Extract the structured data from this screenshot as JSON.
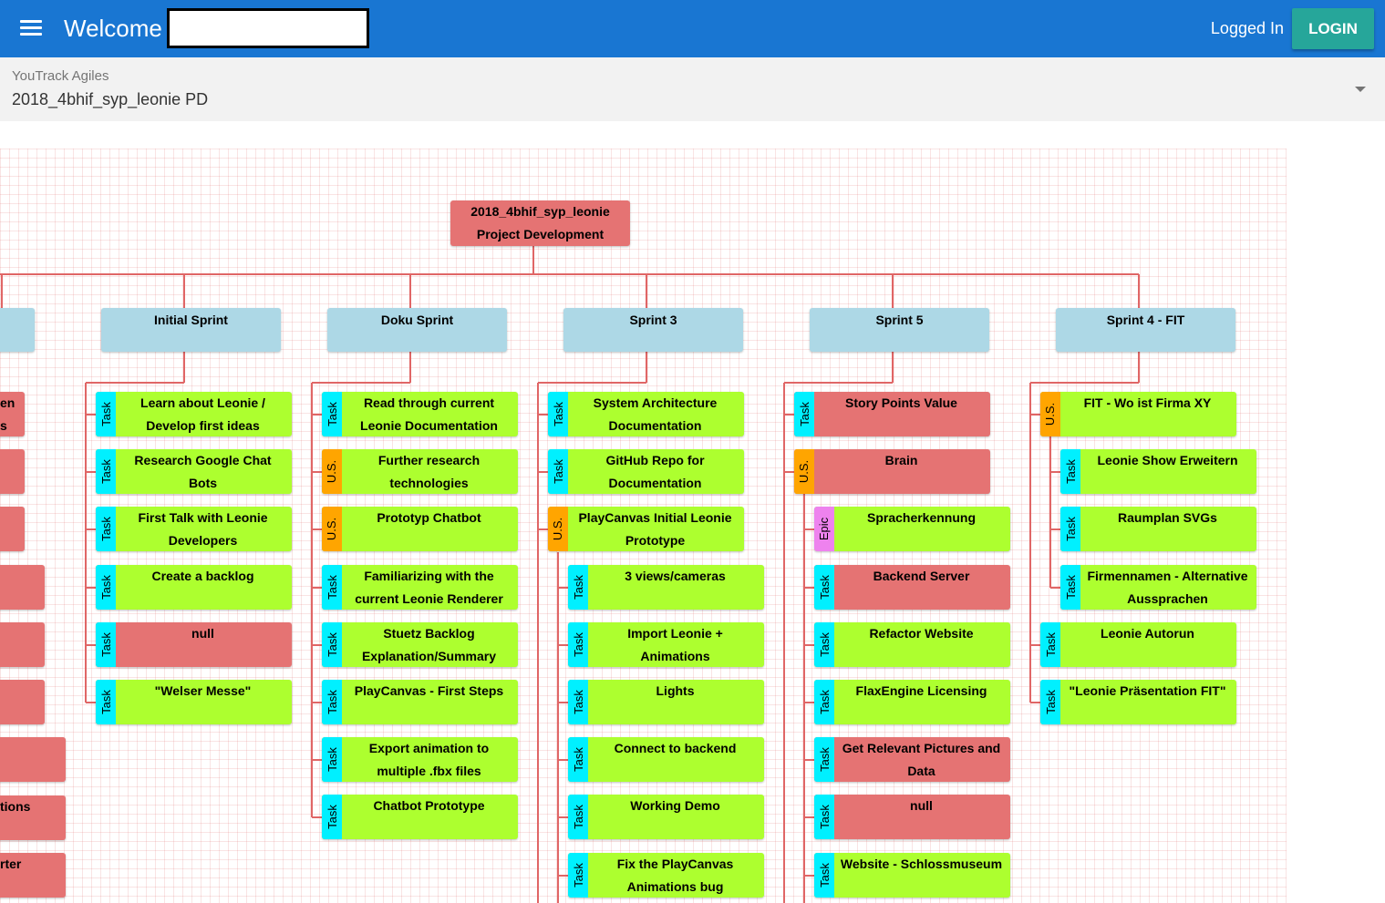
{
  "header": {
    "title": "Welcome",
    "login_status": "Logged In",
    "login_button": "LOGIN"
  },
  "project_select": {
    "label": "YouTrack Agiles",
    "value": "2018_4bhif_syp_leonie PD"
  },
  "board": {
    "root": "2018_4bhif_syp_leonie\nProject Development",
    "partial_column": [
      {
        "text": "en",
        "color": "#e57373"
      },
      {
        "text": "s",
        "color": "#e57373"
      },
      {
        "text": "tions",
        "color": "#e57373"
      },
      {
        "text": "rter",
        "color": "#e57373"
      }
    ],
    "columns": [
      {
        "sprint": "Initial Sprint",
        "items": [
          {
            "type": "Task",
            "text": "Learn about Leonie /\nDevelop first ideas",
            "status": "green"
          },
          {
            "type": "Task",
            "text": "Research Google Chat\nBots",
            "status": "green"
          },
          {
            "type": "Task",
            "text": "First Talk with Leonie\nDevelopers",
            "status": "green"
          },
          {
            "type": "Task",
            "text": "Create a backlog",
            "status": "green"
          },
          {
            "type": "Task",
            "text": "null",
            "status": "red"
          },
          {
            "type": "Task",
            "text": "\"Welser Messe\"",
            "status": "green"
          }
        ]
      },
      {
        "sprint": "Doku Sprint",
        "items": [
          {
            "type": "Task",
            "text": "Read through current\nLeonie Documentation",
            "status": "green"
          },
          {
            "type": "U.S.",
            "text": "Further research\ntechnologies",
            "status": "green"
          },
          {
            "type": "U.S.",
            "text": "Prototyp Chatbot",
            "status": "green"
          },
          {
            "type": "Task",
            "text": "Familiarizing with the\ncurrent Leonie Renderer",
            "status": "green"
          },
          {
            "type": "Task",
            "text": "Stuetz Backlog\nExplanation/Summary",
            "status": "green"
          },
          {
            "type": "Task",
            "text": "PlayCanvas - First Steps",
            "status": "green"
          },
          {
            "type": "Task",
            "text": "Export animation to\nmultiple .fbx files",
            "status": "green"
          },
          {
            "type": "Task",
            "text": "Chatbot Prototype",
            "status": "green"
          }
        ]
      },
      {
        "sprint": "Sprint 3",
        "items": [
          {
            "type": "Task",
            "text": "System Architecture\nDocumentation",
            "status": "green"
          },
          {
            "type": "Task",
            "text": "GitHub Repo for\nDocumentation",
            "status": "green"
          },
          {
            "type": "U.S.",
            "text": "PlayCanvas Initial Leonie\nPrototype",
            "status": "green"
          },
          {
            "type": "Task",
            "text": "3 views/cameras",
            "status": "green",
            "indent": true
          },
          {
            "type": "Task",
            "text": "Import Leonie +\nAnimations",
            "status": "green",
            "indent": true
          },
          {
            "type": "Task",
            "text": "Lights",
            "status": "green",
            "indent": true
          },
          {
            "type": "Task",
            "text": "Connect to backend",
            "status": "green",
            "indent": true
          },
          {
            "type": "Task",
            "text": "Working Demo",
            "status": "green",
            "indent": true
          },
          {
            "type": "Task",
            "text": "Fix the PlayCanvas\nAnimations bug",
            "status": "green",
            "indent": true
          }
        ]
      },
      {
        "sprint": "Sprint 5",
        "items": [
          {
            "type": "Task",
            "text": "Story Points Value",
            "status": "red"
          },
          {
            "type": "U.S.",
            "text": "Brain",
            "status": "red"
          },
          {
            "type": "Epic",
            "text": "Spracherkennung",
            "status": "green",
            "indent": true
          },
          {
            "type": "Task",
            "text": "Backend Server",
            "status": "red",
            "indent": true
          },
          {
            "type": "Task",
            "text": "Refactor Website",
            "status": "green",
            "indent": true
          },
          {
            "type": "Task",
            "text": "FlaxEngine Licensing",
            "status": "green",
            "indent": true
          },
          {
            "type": "Task",
            "text": "Get Relevant Pictures and\nData",
            "status": "red",
            "indent": true
          },
          {
            "type": "Task",
            "text": "null",
            "status": "red",
            "indent": true
          },
          {
            "type": "Task",
            "text": "Website - Schlossmuseum",
            "status": "green",
            "indent": true
          }
        ]
      },
      {
        "sprint": "Sprint 4 - FIT",
        "items": [
          {
            "type": "U.S.",
            "text": "FIT - Wo ist Firma XY",
            "status": "green"
          },
          {
            "type": "Task",
            "text": "Leonie Show Erweitern",
            "status": "green",
            "indent": true
          },
          {
            "type": "Task",
            "text": "Raumplan SVGs",
            "status": "green",
            "indent": true
          },
          {
            "type": "Task",
            "text": "Firmennamen - Alternative\nAussprachen",
            "status": "green",
            "indent": true
          },
          {
            "type": "Task",
            "text": "Leonie Autorun",
            "status": "green"
          },
          {
            "type": "Task",
            "text": "\"Leonie Präsentation FIT\"",
            "status": "green"
          }
        ]
      }
    ]
  },
  "colors": {
    "appbar": "#1976d2",
    "login_button": "#26a69a",
    "done": "#adff2f",
    "not_done": "#e57373",
    "sprint": "#add8e6",
    "tag_task": "#00f0ff",
    "tag_us": "#ffa500",
    "tag_epic": "#ee82ee",
    "connector": "#e06666"
  },
  "icons": {
    "menu": "hamburger-menu-icon",
    "dropdown": "dropdown-arrow-icon"
  }
}
